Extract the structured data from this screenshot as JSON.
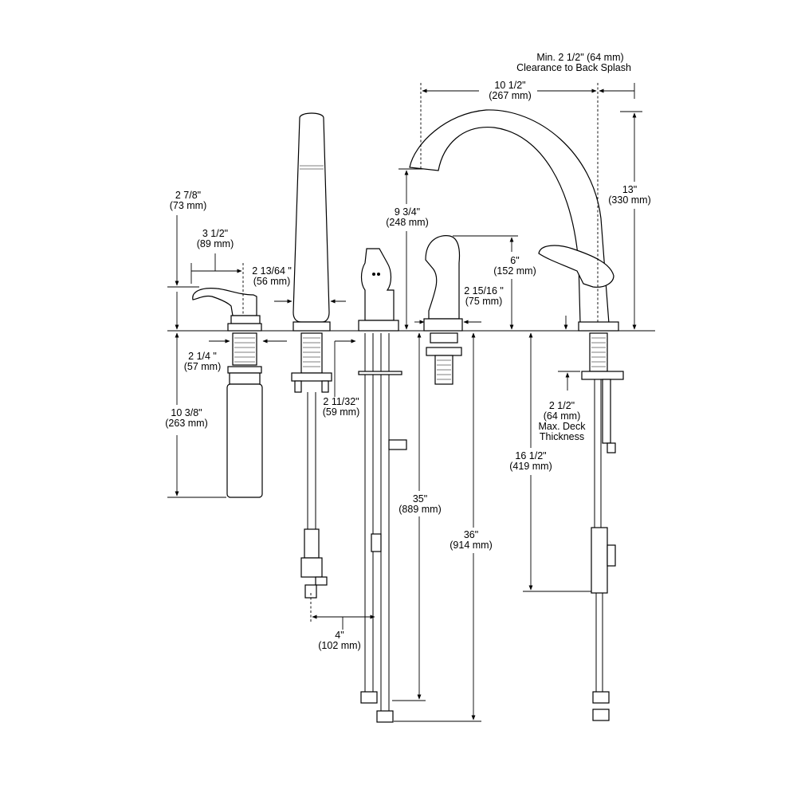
{
  "dimensions": {
    "backsplash": {
      "l1": "Min. 2 1/2\" (64 mm)",
      "l2": "Clearance to Back Splash"
    },
    "reach": {
      "l1": "10 1/2\"",
      "l2": "(267 mm)"
    },
    "height_spout": {
      "l1": "13\"",
      "l2": "(330 mm)"
    },
    "spout_under": {
      "l1": "9 3/4\"",
      "l2": "(248 mm)"
    },
    "handle_height": {
      "l1": "6\"",
      "l2": "(152 mm)"
    },
    "handle_base": {
      "l1": "2 15/16 \"",
      "l2": "(75 mm)"
    },
    "soap_height": {
      "l1": "2 7/8\"",
      "l2": "(73 mm)"
    },
    "soap_reach": {
      "l1": "3 1/2\"",
      "l2": "(89 mm)"
    },
    "spray_width": {
      "l1": "2 13/64 \"",
      "l2": "(56 mm)"
    },
    "soap_shank": {
      "l1": "2 1/4 \"",
      "l2": "(57 mm)"
    },
    "spray_shank": {
      "l1": "2 11/32\"",
      "l2": "(59 mm)"
    },
    "soap_bottle": {
      "l1": "10 3/8\"",
      "l2": "(263 mm)"
    },
    "deck": {
      "l1": "2 1/2\"",
      "l2": "(64 mm)",
      "l3": "Max. Deck",
      "l4": "Thickness"
    },
    "under_deck": {
      "l1": "16 1/2\"",
      "l2": "(419 mm)"
    },
    "supply_35": {
      "l1": "35\"",
      "l2": "(889 mm)"
    },
    "supply_36": {
      "l1": "36\"",
      "l2": "(914 mm)"
    },
    "spray_offset": {
      "l1": "4\"",
      "l2": "(102 mm)"
    }
  }
}
